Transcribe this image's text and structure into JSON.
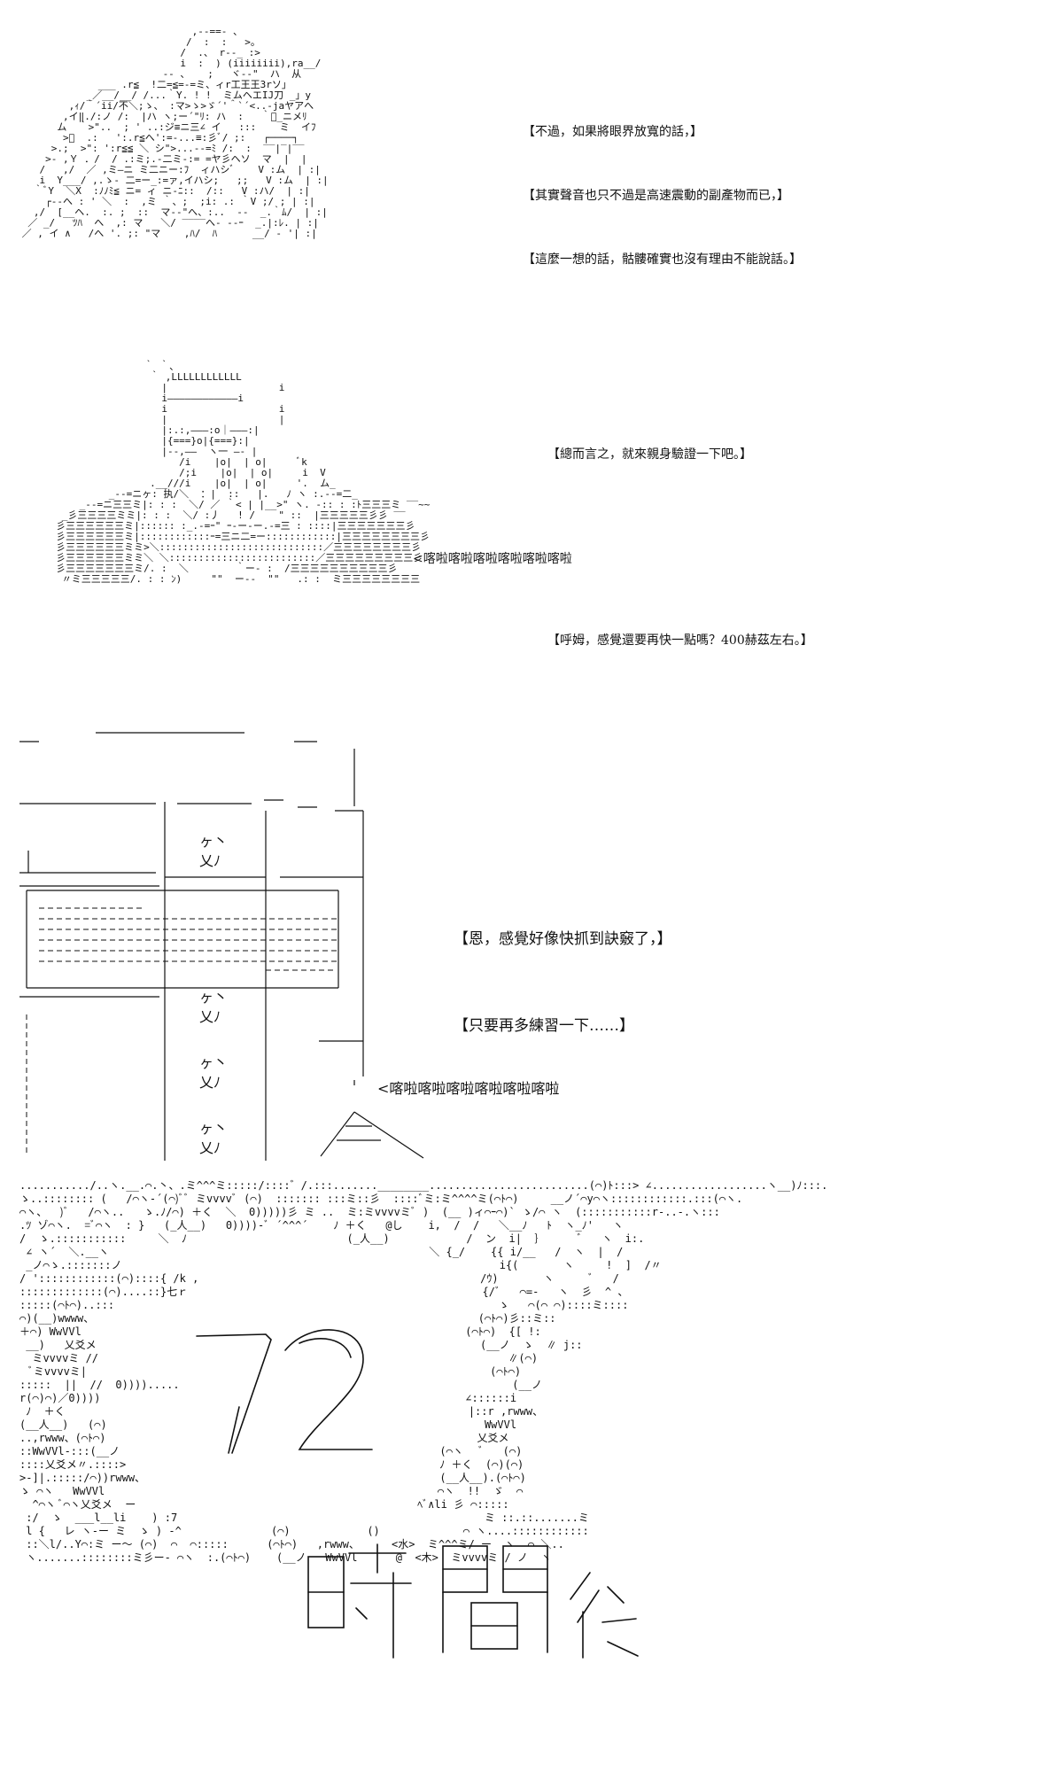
{
  "panel1": {
    "dialogue": [
      "【不過，如果將眼界放寬的話，】",
      "【其實聲音也只不過是高速震動的副產物而已，】",
      "【這麼一想的話，骷髏確實也沒有理由不能說話。】"
    ]
  },
  "panel2": {
    "dialogue": [
      "【總而言之，就來親身驗證一下吧。】",
      "【呼姆，感覺還要再快一點嗎？400赫茲左右。】"
    ],
    "sound_effect": "<喀啦喀啦喀啦喀啦喀啦喀啦"
  },
  "panel3": {
    "dialogue": [
      "【恩，感覺好像快抓到訣竅了，】",
      "【只要再多練習一下……】"
    ],
    "sound_effect": "<喀啦喀啦喀啦喀啦喀啦喀啦"
  },
  "panel4": {
    "big_number": "72",
    "big_word": "時間",
    "small_mark": "後"
  }
}
